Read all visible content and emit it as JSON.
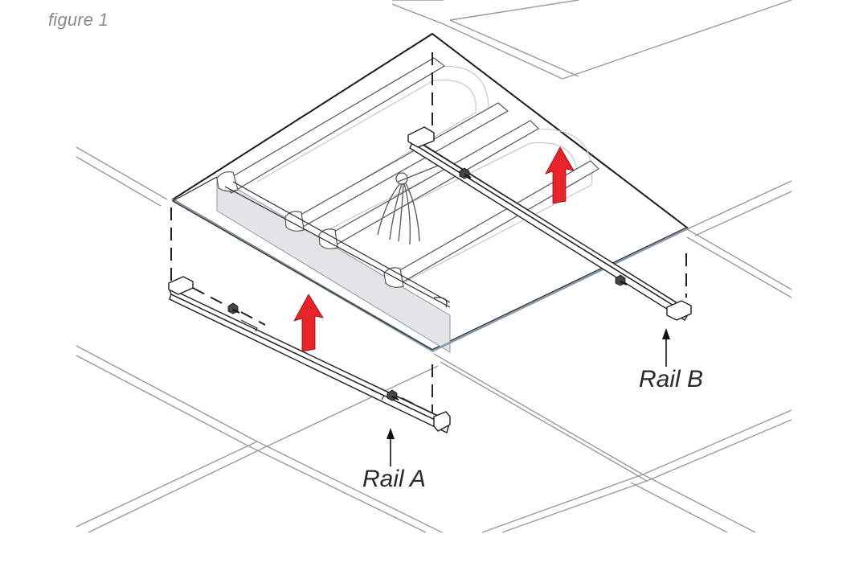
{
  "figure": {
    "caption": "figure 1",
    "labels": {
      "rail_a": "Rail A",
      "rail_b": "Rail B"
    },
    "colors": {
      "lift_arrow": "#e8232a",
      "grid_line": "#9a9a9a",
      "fixture_side": "#e4e4e6"
    }
  }
}
